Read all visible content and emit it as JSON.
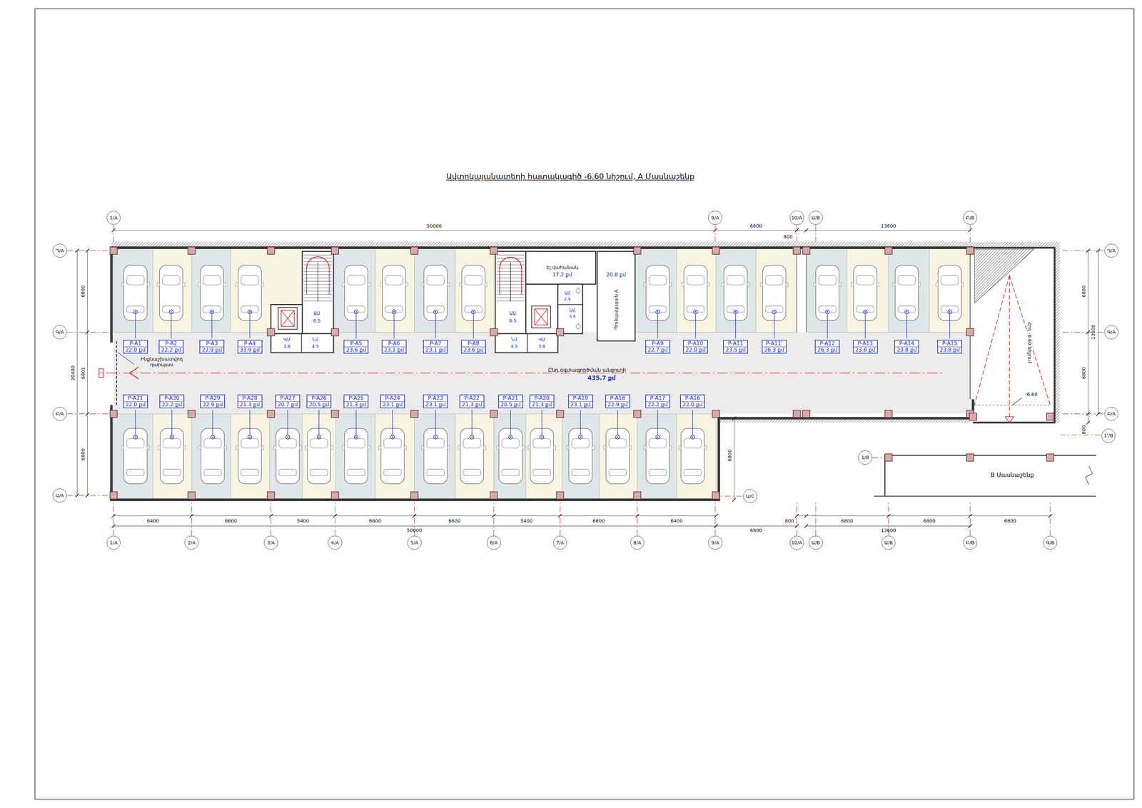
{
  "diagram": {
    "title": "Ավտոկայանատեղի հատակագիծ -6.60 նիշում, A Մասնաշենք",
    "nodes": [
      {
        "text": [
          "1/A"
        ]
      },
      {
        "text": [
          "9/A"
        ]
      },
      {
        "text": [
          "10/A"
        ]
      },
      {
        "text": [
          "Ա/B"
        ]
      },
      {
        "text": [
          "Բ/B"
        ]
      },
      {
        "text": [
          "Դ/A"
        ]
      },
      {
        "text": [
          "Դ/A"
        ]
      },
      {
        "text": [
          "Էլ.վահանակ",
          "17.2 քմ"
        ]
      },
      {
        "text": [
          "20.8 քմ",
          "Պոմպակայան A"
        ]
      },
      {
        "text": [
          "ՍՀ",
          "2.9"
        ]
      },
      {
        "text": [
          "ՍՀ",
          "5.6"
        ]
      },
      {
        "text": [
          "ԱՍ",
          "8.5"
        ]
      },
      {
        "text": [
          "ԱՍ",
          "8.5"
        ]
      },
      {
        "text": [
          "Գ/A"
        ]
      },
      {
        "text": [
          "Գ/A"
        ]
      },
      {
        "text": [
          "ՎՍ",
          "3.8"
        ]
      },
      {
        "text": [
          "Նմ",
          "4.5"
        ]
      },
      {
        "text": [
          "Նմ",
          "4.5"
        ]
      },
      {
        "text": [
          "ՎՍ",
          "3.8"
        ]
      },
      {
        "text": [
          "P-A1",
          "22.0 քմ"
        ]
      },
      {
        "text": [
          "P-A2",
          "22.2 քմ"
        ]
      },
      {
        "text": [
          "P-A3",
          "22.9 քմ"
        ]
      },
      {
        "text": [
          "P-A4",
          "33.9 քմ"
        ]
      },
      {
        "text": [
          "P-A5",
          "23.6 քմ"
        ]
      },
      {
        "text": [
          "P-A6",
          "23.1 քմ"
        ]
      },
      {
        "text": [
          "P-A7",
          "23.1 քմ"
        ]
      },
      {
        "text": [
          "P-A8",
          "23.6 քմ"
        ]
      },
      {
        "text": [
          "P-A9",
          "22.7 քմ"
        ]
      },
      {
        "text": [
          "P-A10",
          "22.0 քմ"
        ]
      },
      {
        "text": [
          "P-A11",
          "23.5 քմ"
        ]
      },
      {
        "text": [
          "P-A11'",
          "26.3 քմ"
        ]
      },
      {
        "text": [
          "P-A12",
          "26.3 քմ"
        ]
      },
      {
        "text": [
          "P-A13",
          "23.8 քմ"
        ]
      },
      {
        "text": [
          "P-A14",
          "23.8 քմ"
        ]
      },
      {
        "text": [
          "P-A15",
          "23.8 քմ"
        ]
      },
      {
        "text": [
          "Ընդ.օգտագործման անցուղի",
          "435.7 քմ"
        ]
      },
      {
        "text": [
          "P-A31",
          "22.0 քմ"
        ]
      },
      {
        "text": [
          "P-A30",
          "22.2 քմ"
        ]
      },
      {
        "text": [
          "P-A29",
          "22.9 քմ"
        ]
      },
      {
        "text": [
          "P-A28",
          "21.3 քմ"
        ]
      },
      {
        "text": [
          "P-A27",
          "20.7 քմ"
        ]
      },
      {
        "text": [
          "P-A26",
          "20.5 քմ"
        ]
      },
      {
        "text": [
          "P-A25",
          "21.3 քմ"
        ]
      },
      {
        "text": [
          "P-A24",
          "23.1 քմ"
        ]
      },
      {
        "text": [
          "P-A23",
          "23.1 քմ"
        ]
      },
      {
        "text": [
          "P-A22",
          "21.3 քմ"
        ]
      },
      {
        "text": [
          "P-A21",
          "20.5 քմ"
        ]
      },
      {
        "text": [
          "P-A20",
          "21.3 քմ"
        ]
      },
      {
        "text": [
          "P-A19",
          "23.1 քմ"
        ]
      },
      {
        "text": [
          "P-A18",
          "22.9 քմ"
        ]
      },
      {
        "text": [
          "P-A17",
          "22.2 քմ"
        ]
      },
      {
        "text": [
          "P-A16",
          "22.0 քմ"
        ]
      },
      {
        "text": [
          "Բ/A"
        ]
      },
      {
        "text": [
          "Բ/A"
        ]
      },
      {
        "text": [
          "1'/B"
        ]
      },
      {
        "text": [
          "1/B"
        ]
      },
      {
        "text": [
          "Ա/A"
        ]
      },
      {
        "text": [
          "Ա/C"
        ]
      },
      {
        "text": [
          "B Մասնաշենք"
        ]
      },
      {
        "text": [
          "1/A"
        ]
      },
      {
        "text": [
          "2/A"
        ]
      },
      {
        "text": [
          "3/A"
        ]
      },
      {
        "text": [
          "4/A"
        ]
      },
      {
        "text": [
          "5/A"
        ]
      },
      {
        "text": [
          "6/A"
        ]
      },
      {
        "text": [
          "7/A"
        ]
      },
      {
        "text": [
          "8/A"
        ]
      },
      {
        "text": [
          "9/A"
        ]
      },
      {
        "text": [
          "10/A"
        ]
      },
      {
        "text": [
          "Ա/B"
        ]
      },
      {
        "text": [
          "Ա/B"
        ]
      },
      {
        "text": [
          "Բ/B"
        ]
      },
      {
        "text": [
          "Գ/B"
        ]
      }
    ],
    "labels": [
      "50000",
      "6800",
      "800",
      "13600",
      "6800",
      "20400",
      "6801",
      "6800",
      "6800",
      "13600",
      "6800",
      "800",
      "6800",
      "Ինքնաշխատվող դարպաս",
      "Հող -6.60 նիշում",
      "-6.60",
      "6400",
      "6600",
      "5400",
      "6600",
      "6600",
      "5400",
      "6600",
      "6400",
      "800",
      "6800",
      "6800",
      "6800",
      "50000",
      "6800",
      "13600"
    ]
  }
}
